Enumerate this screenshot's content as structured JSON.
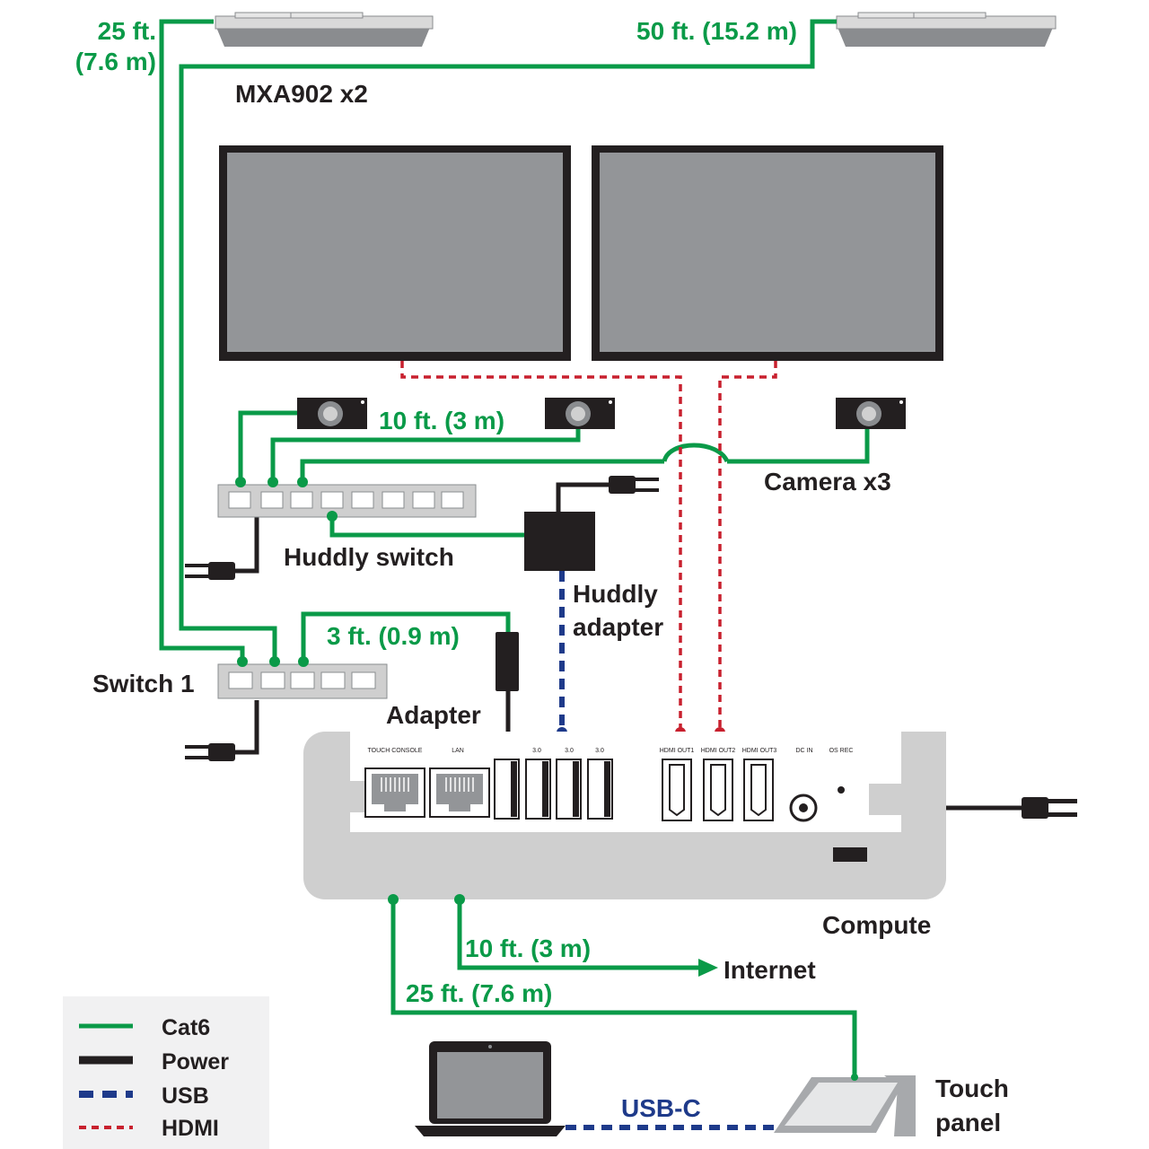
{
  "labels": {
    "mic_cable_left": [
      "25 ft.",
      "(7.6 m)"
    ],
    "mic_cable_right": "50 ft. (15.2 m)",
    "mic_name": "MXA902 x2",
    "camera_cable": "10 ft. (3 m)",
    "camera_name": "Camera x3",
    "huddly_switch": "Huddly switch",
    "huddly_adapter": [
      "Huddly",
      "adapter"
    ],
    "switch1_cable": "3 ft. (0.9 m)",
    "switch1": "Switch 1",
    "adapter": "Adapter",
    "compute": "Compute",
    "internet_cable": "10 ft. (3 m)",
    "internet": "Internet",
    "touch_cable": "25 ft. (7.6 m)",
    "usbc": "USB-C",
    "touch_panel": [
      "Touch",
      "panel"
    ]
  },
  "ports": {
    "touch_console": "TOUCH CONSOLE",
    "lan": "LAN",
    "usb30_a": "3.0",
    "usb30_b": "3.0",
    "usb30_c": "3.0",
    "hdmi_out1": "HDMI OUT1",
    "hdmi_out2": "HDMI OUT2",
    "hdmi_out3": "HDMI OUT3",
    "dc_in": "DC IN",
    "os_rec": "OS REC"
  },
  "legend": [
    {
      "label": "Cat6",
      "color": "#0a9a48",
      "style": "solid"
    },
    {
      "label": "Power",
      "color": "#231f20",
      "style": "solid"
    },
    {
      "label": "USB",
      "color": "#1e3a8a",
      "style": "dashed"
    },
    {
      "label": "HDMI",
      "color": "#c8202e",
      "style": "dashed"
    }
  ],
  "colors": {
    "cat6": "#0a9a48",
    "power": "#231f20",
    "usb": "#1e3a8a",
    "hdmi": "#c8202e",
    "device_gray": "#cfcfcf",
    "screen_gray": "#939598"
  }
}
